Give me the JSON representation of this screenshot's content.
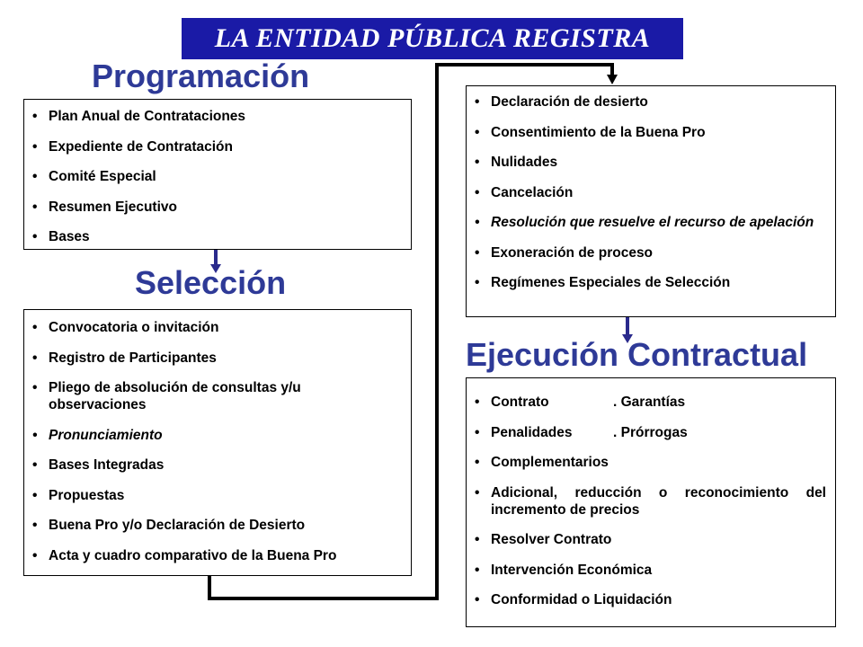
{
  "banner": {
    "title": "LA ENTIDAD PÚBLICA REGISTRA"
  },
  "headings": {
    "programacion": "Programación",
    "seleccion": "Selección",
    "ejecucion": "Ejecución Contractual"
  },
  "programacion_items": [
    "Plan Anual de Contrataciones",
    "Expediente de Contratación",
    "Comité Especial",
    "Resumen Ejecutivo",
    "Bases"
  ],
  "seleccion_items": [
    "Convocatoria o invitación",
    "Registro de Participantes",
    "Pliego de absolución de consultas y/u observaciones",
    "Pronunciamiento",
    "Bases Integradas",
    "Propuestas",
    "Buena Pro y/o Declaración de Desierto",
    "Acta y cuadro comparativo de la Buena Pro"
  ],
  "entidad_items": [
    "Declaración de desierto",
    "Consentimiento de la Buena Pro",
    "Nulidades",
    "Cancelación",
    "Resolución que resuelve el recurso de apelación",
    "Exoneración de proceso",
    "Regímenes Especiales de Selección"
  ],
  "ejecucion_items": {
    "row1_a": "Contrato",
    "row1_b": ". Garantías",
    "row2_a": "Penalidades",
    "row2_b": ". Prórrogas",
    "complementarios": "Complementarios",
    "adicional": "Adicional, reducción o reconocimiento del incremento de precios",
    "resolver": "Resolver Contrato",
    "intervencion": "Intervención Económica",
    "conformidad": "Conformidad o Liquidación"
  },
  "colors": {
    "banner_bg": "#1a1aa6",
    "heading": "#2e3a97",
    "arrow": "#2a2a8c",
    "connector": "#000000"
  }
}
